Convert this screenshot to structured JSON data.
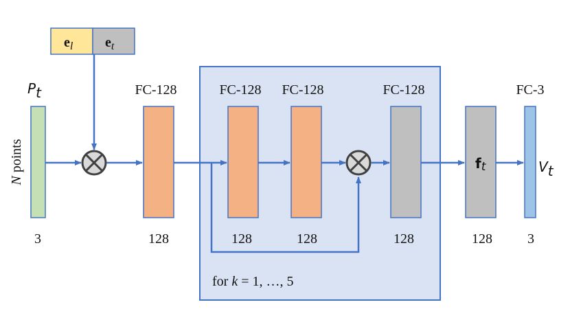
{
  "embedding_box": {
    "left_label_main": "e",
    "left_label_sub": "l",
    "right_label_main": "e",
    "right_label_sub": "t",
    "left_color": "#FFE699",
    "right_color": "#BFBFBF"
  },
  "input": {
    "symbol_main": "P",
    "symbol_sub": "t",
    "points_n": "N",
    "points_word": "points",
    "dim": "3",
    "color": "#C5E0B4"
  },
  "fc1": {
    "title": "FC-128",
    "dim": "128",
    "color": "#F4B183"
  },
  "block": {
    "fc_a": {
      "title": "FC-128",
      "dim": "128"
    },
    "fc_b": {
      "title": "FC-128",
      "dim": "128"
    },
    "fc_c": {
      "title": "FC-128",
      "dim": "128"
    },
    "loop_prefix": "for",
    "loop_var": "k",
    "loop_rest": " = 1, …, 5",
    "bg_color": "#DAE3F3",
    "border_color": "#4472C4"
  },
  "feature": {
    "symbol_main": "f",
    "symbol_sub": "t",
    "dim": "128",
    "color": "#BFBFBF"
  },
  "output": {
    "title": "FC-3",
    "symbol_main": "V",
    "symbol_sub": "t",
    "dim": "3",
    "color": "#9DC3E6"
  },
  "arrow_color": "#4472C4"
}
